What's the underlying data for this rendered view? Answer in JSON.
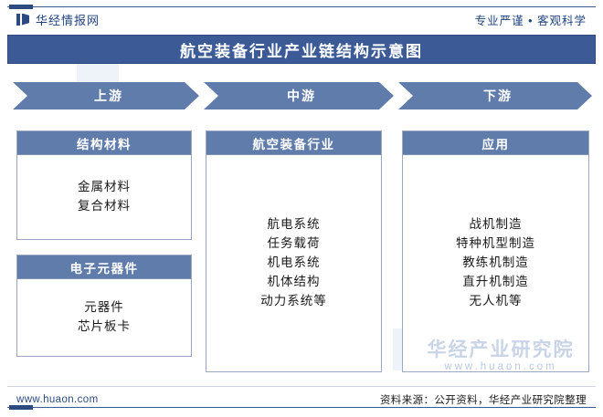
{
  "header": {
    "logo_icon": "bars-logo-icon",
    "brand": "华经情报网",
    "tagline": "专业严谨 • 客观科学"
  },
  "title": {
    "text": "航空装备行业产业链结构示意图"
  },
  "chain_stages": [
    {
      "label": "上游"
    },
    {
      "label": "中游"
    },
    {
      "label": "下游"
    }
  ],
  "columns": {
    "upstream": {
      "boxes": [
        {
          "header": "结构材料",
          "items": [
            "金属材料",
            "复合材料"
          ]
        },
        {
          "header": "电子元器件",
          "items": [
            "元器件",
            "芯片板卡"
          ]
        }
      ]
    },
    "midstream": {
      "boxes": [
        {
          "header": "航空装备行业",
          "items": [
            "航电系统",
            "任务载荷",
            "机电系统",
            "机体结构",
            "动力系统等"
          ]
        }
      ]
    },
    "downstream": {
      "boxes": [
        {
          "header": "应用",
          "items": [
            "战机制造",
            "特种机型制造",
            "教练机制造",
            "直升机制造",
            "无人机等"
          ]
        }
      ]
    }
  },
  "watermark": {
    "main": "华经产业研究院",
    "sub": "www.huaon.com"
  },
  "footer": {
    "site": "www.huaon.com",
    "source": "资料来源：公开资料，华经产业研究院整理"
  },
  "colors": {
    "title_bar": "#3b5a96",
    "accent": "#5f7cab",
    "brand_text": "#20447e",
    "body_text": "#1a1a1a",
    "box_border": "#9aa9bf",
    "watermark": "#c9d4e6"
  }
}
